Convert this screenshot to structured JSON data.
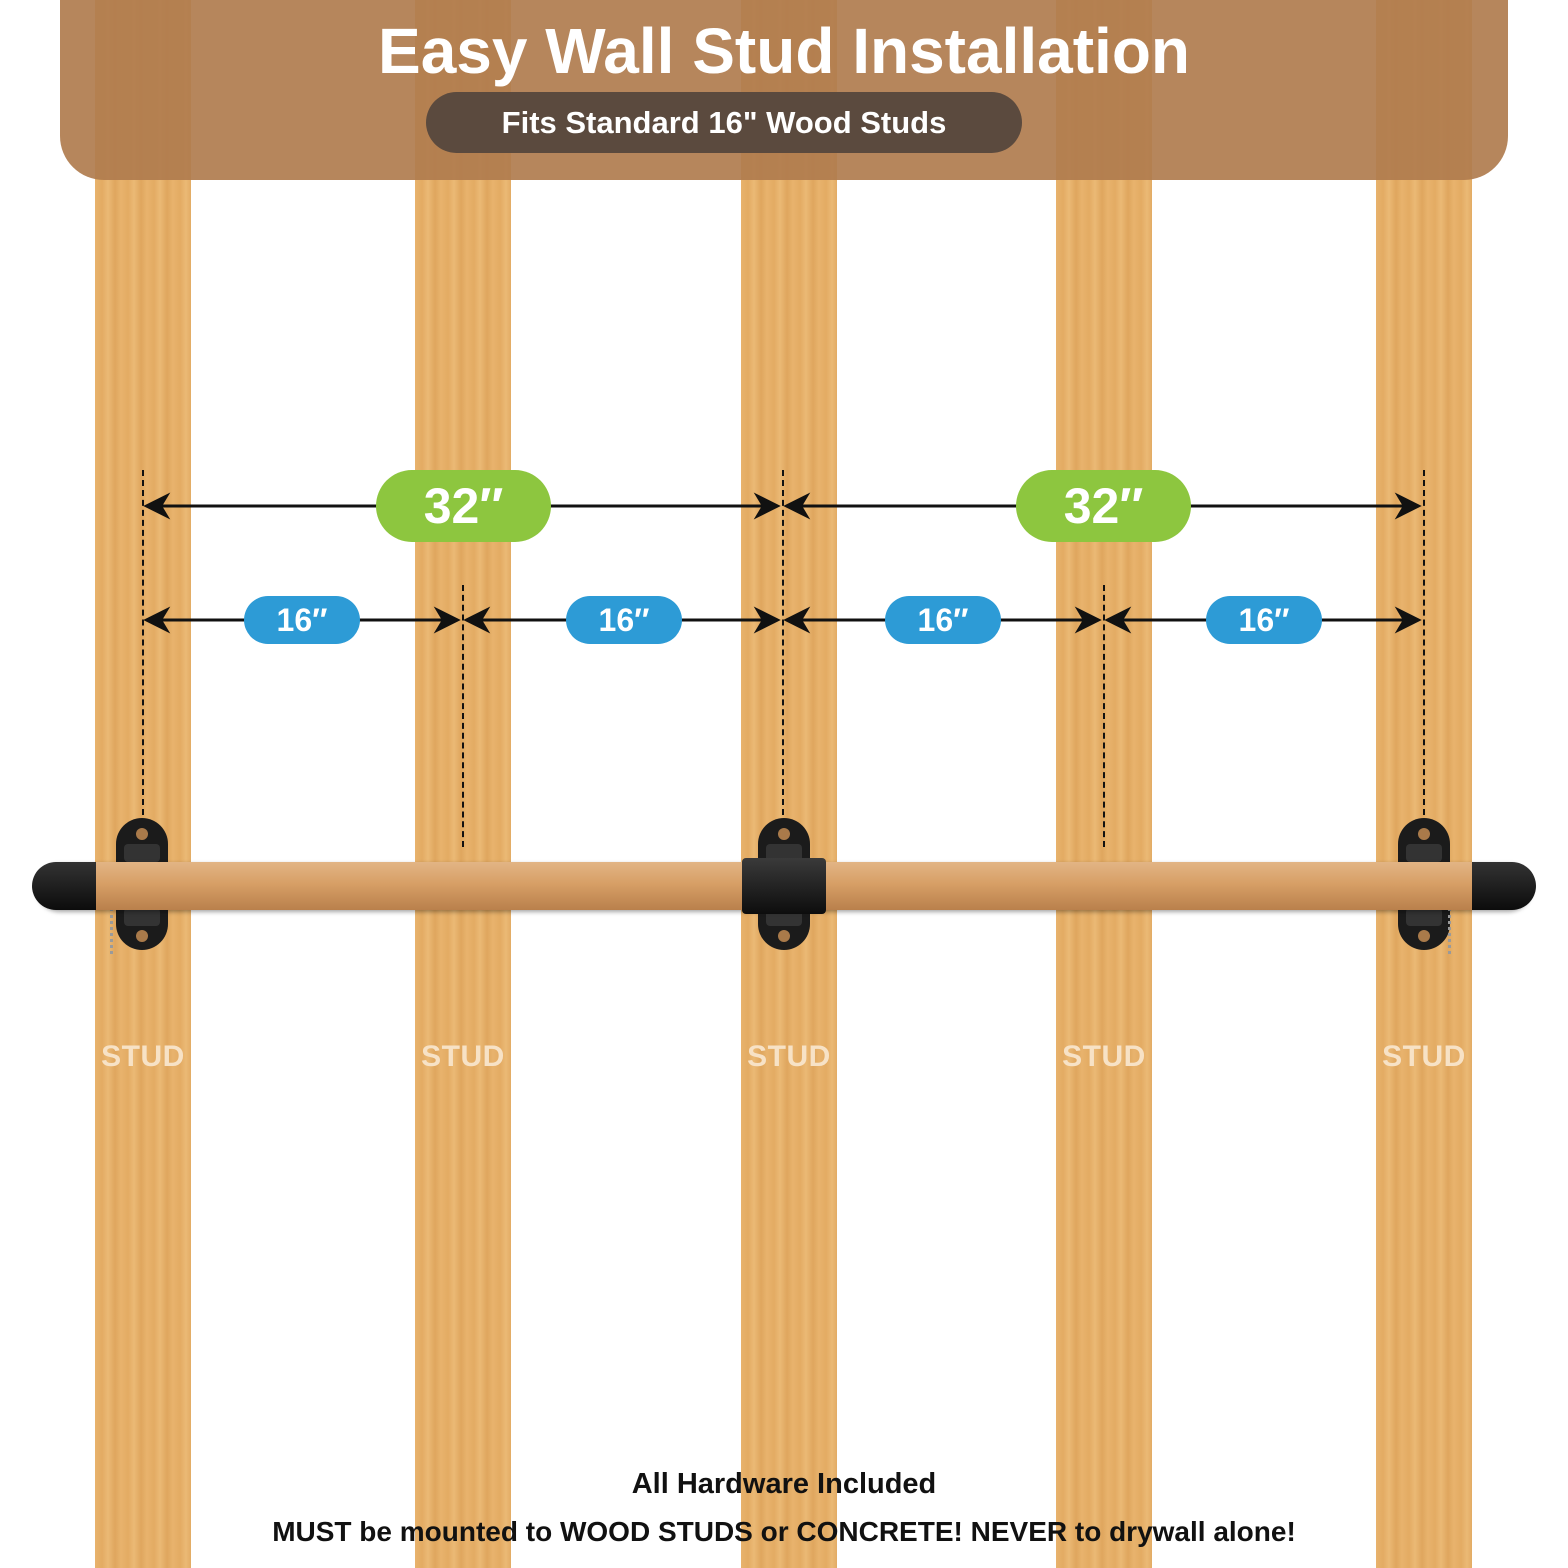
{
  "header": {
    "title": "Easy Wall Stud Installation",
    "subtitle": "Fits Standard 16\" Wood Studs"
  },
  "studs": [
    {
      "label": "STUD"
    },
    {
      "label": "STUD"
    },
    {
      "label": "STUD"
    },
    {
      "label": "STUD"
    },
    {
      "label": "STUD"
    }
  ],
  "dimensions": {
    "large": [
      "32″",
      "32″"
    ],
    "small": [
      "16″",
      "16″",
      "16″",
      "16″"
    ]
  },
  "footer": {
    "line1": "All Hardware Included",
    "line2": "MUST be mounted to WOOD STUDS or CONCRETE! NEVER to drywall alone!"
  },
  "colors": {
    "wood": "#e8b36d",
    "header_bg": "#b07c4e",
    "subtitle_pill": "#5b4a3e",
    "pill_32": "#8dc63f",
    "pill_16": "#2d9bd6",
    "hardware": "#1b1b1b"
  }
}
